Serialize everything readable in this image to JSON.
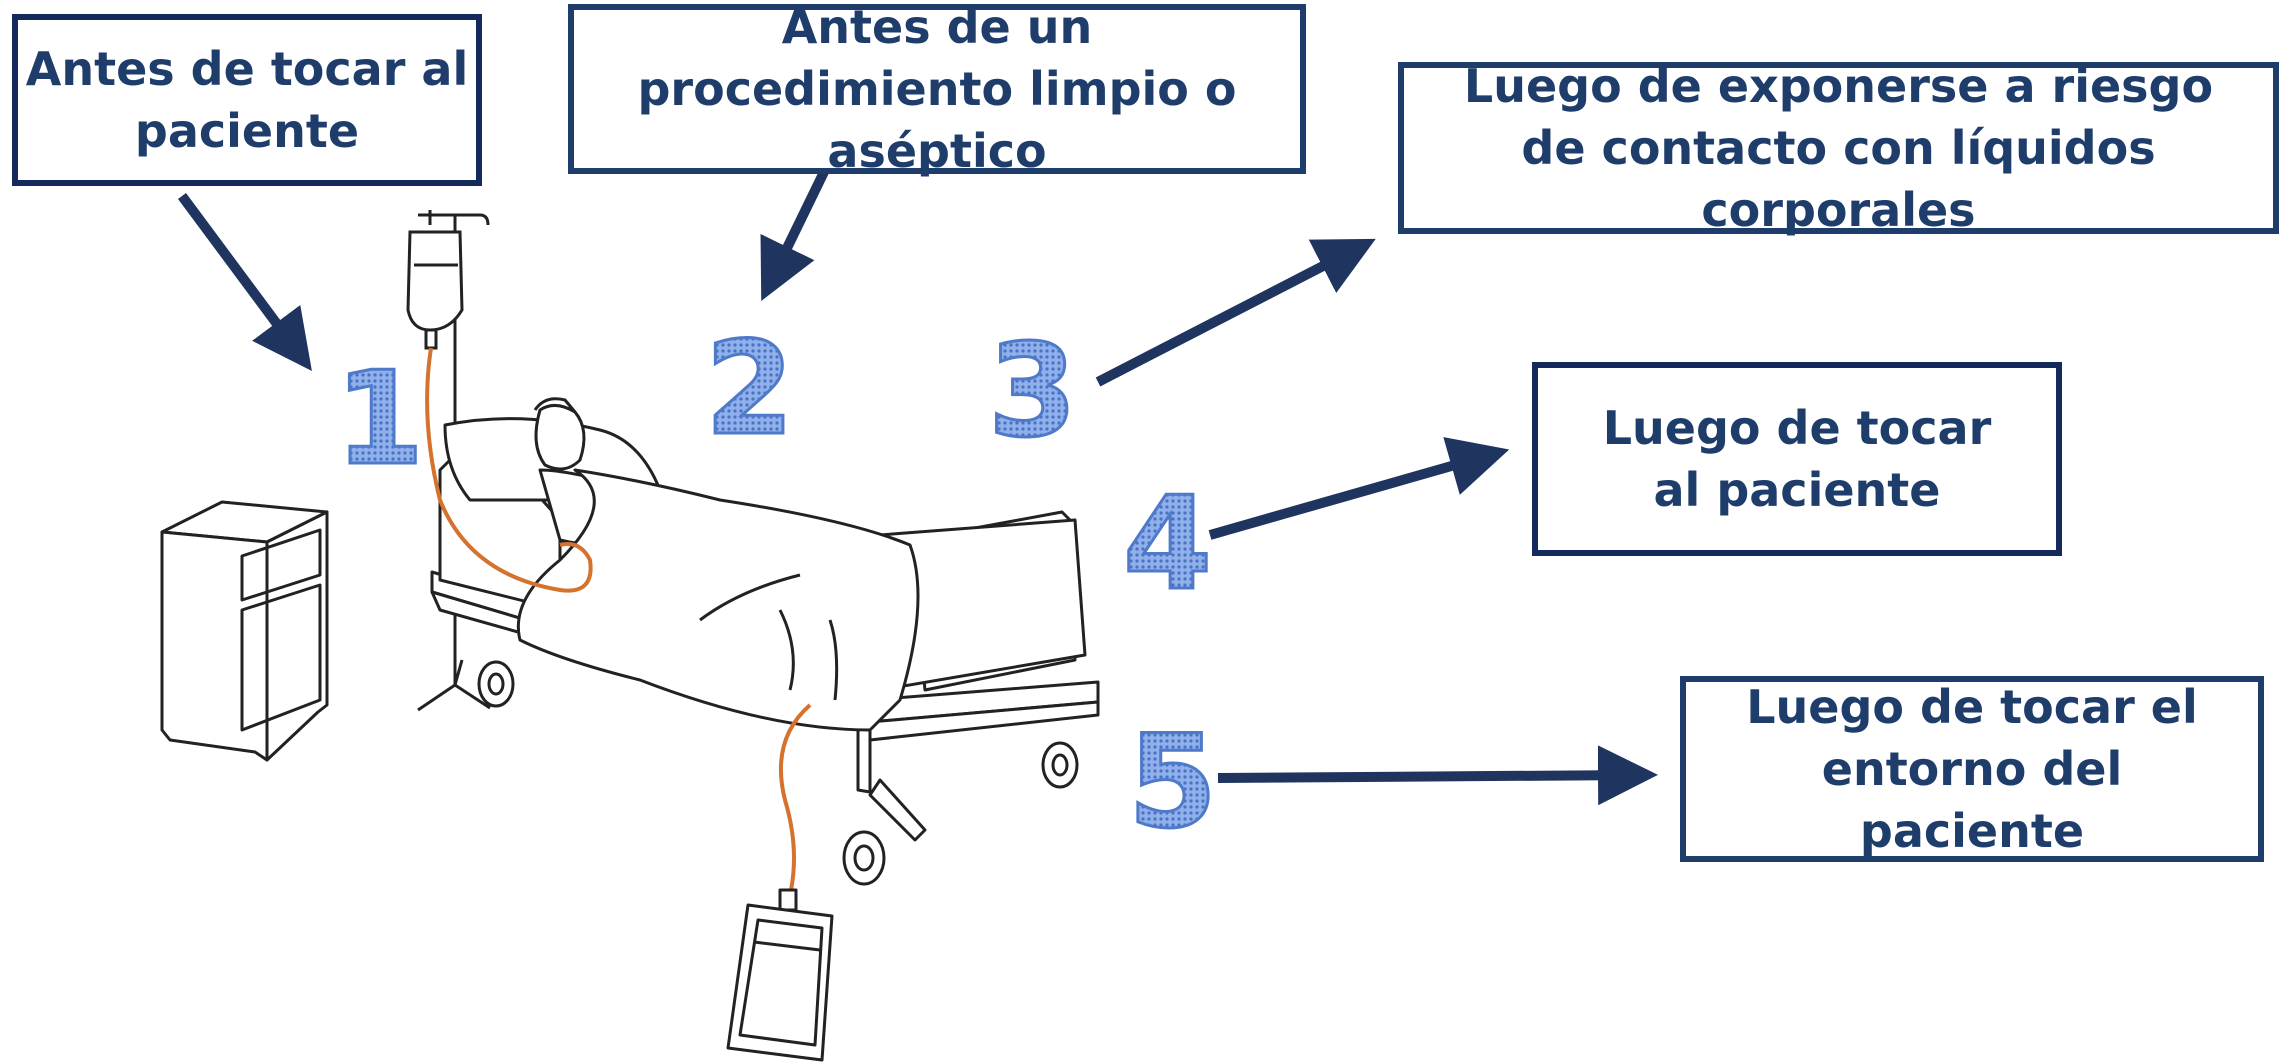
{
  "moments": [
    {
      "number": "1",
      "label": "Antes de tocar al paciente"
    },
    {
      "number": "2",
      "label": "Antes de un procedimiento limpio o aséptico"
    },
    {
      "number": "3",
      "label": "Luego de exponerse a riesgo de contacto con líquidos corporales"
    },
    {
      "number": "4",
      "label": "Luego de tocar al paciente"
    },
    {
      "number": "5",
      "label": "Luego de tocar el entorno del paciente"
    }
  ],
  "colors": {
    "box_border": "#1f3d6b",
    "box_text": "#1f3d6b",
    "arrow": "#1f3560",
    "number_fill": "#6e93dc",
    "tubing": "#d5722e"
  }
}
